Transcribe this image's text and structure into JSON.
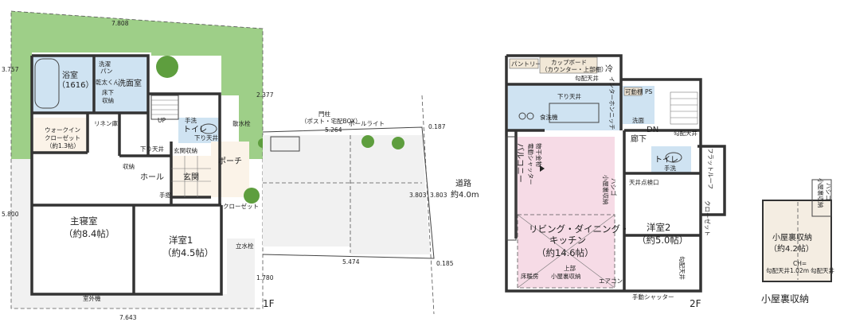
{
  "floor1": {
    "label": "1F",
    "rooms": {
      "bath": "浴室",
      "bath_size": "（1616）",
      "washroom": "洗面室",
      "wash_pan": "洗濯",
      "wash_pan2": "パン",
      "dryer": "乾太くん",
      "underfloor": "床下",
      "underfloor2": "収納",
      "walkin": "ウォークイン",
      "walkin2": "クローゼット",
      "walkin3": "（約1.3帖）",
      "linen": "リネン庫",
      "toilet": "トイレ",
      "handwash": "手洗",
      "ceiling_low": "下り天井",
      "ceiling_low2": "下り天井",
      "hall": "ホール",
      "entrance_storage": "玄関収納",
      "entrance": "玄関",
      "porch": "ポーチ",
      "storage": "収納",
      "master": "主寝室",
      "master_size": "（約8.4帖）",
      "western1": "洋室1",
      "western1_size": "（約4.5帖）",
      "closet": "クローゼット",
      "handrail": "手摺",
      "handrail2": "手摺",
      "up": "UP",
      "faucet": "散水栓",
      "faucet2": "立水栓",
      "outdoor_unit": "室外機",
      "gate": "門柱",
      "gate2": "（ポスト・宅配BOX）",
      "pole_light": "ポールライト",
      "road": "道路",
      "road_width": "約4.0m"
    },
    "dims": {
      "top": "7.808",
      "left": "3.757",
      "right_top": "2.377",
      "left_main": "5.800",
      "bottom": "7.643",
      "right_bottom": "1.780",
      "parking_top": "5.264",
      "parking_bottom": "5.474",
      "parking_right": "3.803",
      "parking_right2": "3.803",
      "pt_top": "0.187",
      "pt_bottom": "0.185"
    }
  },
  "floor2": {
    "label": "2F",
    "rooms": {
      "pantry": "パントリー",
      "cupboard": "カップボード",
      "cupboard2": "（カウンター・上部棚）",
      "slope": "勾配天井",
      "fridge": "冷",
      "dishwasher": "食洗機",
      "ceiling_low": "下り天井",
      "niche": "インターホンニッチ",
      "movable_shelf": "可動棚",
      "ps": "PS",
      "wash": "洗面",
      "dn": "DN",
      "corridor": "廊下",
      "slope2": "勾配天井",
      "toilet": "トイレ",
      "handwash": "手洗",
      "flat_roof": "フラットルーフ",
      "balcony": "バルコニー",
      "balcony_sub": "電動シャッター",
      "balcony_sub2": "物干金物",
      "ceiling_storage": "天井点検口",
      "attic_storage_label": "小屋裏収納",
      "attic_storage_label2": "ハシゴ",
      "ldk": "リビング・ダイニング・",
      "ldk2": "キッチン",
      "ldk_size": "（約14.6帖）",
      "upper": "上部",
      "upper2": "小屋裏収納",
      "floor_heat": "床暖房",
      "aircon": "エアコン",
      "shutter": "手動シャッター",
      "western2": "洋室2",
      "western2_size": "（約5.0帖）",
      "closet": "クローゼット",
      "slope3": "勾配天井"
    }
  },
  "attic": {
    "label": "小屋裏収納",
    "room": "小屋裏収納",
    "room_size": "（約4.2帖）",
    "ladder": "小屋裏収納",
    "ladder2": "ハシゴ",
    "ch": "CH=",
    "ch_val": "1.02m",
    "slope_l": "勾配天井",
    "slope_r": "勾配天井"
  }
}
